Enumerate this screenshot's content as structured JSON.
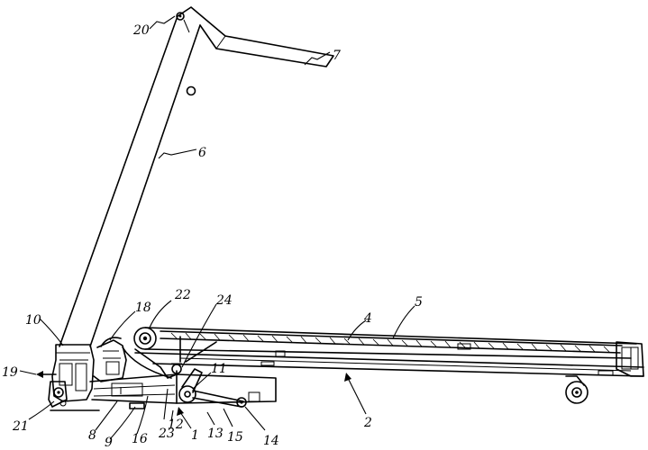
{
  "figure": {
    "labels": [
      {
        "id": "1",
        "text": "1"
      },
      {
        "id": "2",
        "text": "2"
      },
      {
        "id": "4",
        "text": "4"
      },
      {
        "id": "5",
        "text": "5"
      },
      {
        "id": "6",
        "text": "6"
      },
      {
        "id": "7",
        "text": "7"
      },
      {
        "id": "8",
        "text": "8"
      },
      {
        "id": "9",
        "text": "9"
      },
      {
        "id": "10",
        "text": "10"
      },
      {
        "id": "11",
        "text": "11"
      },
      {
        "id": "12",
        "text": "12"
      },
      {
        "id": "13",
        "text": "13"
      },
      {
        "id": "14",
        "text": "14"
      },
      {
        "id": "15",
        "text": "15"
      },
      {
        "id": "16",
        "text": "16"
      },
      {
        "id": "18",
        "text": "18"
      },
      {
        "id": "19",
        "text": "19"
      },
      {
        "id": "20",
        "text": "20"
      },
      {
        "id": "21",
        "text": "21"
      },
      {
        "id": "22",
        "text": "22"
      },
      {
        "id": "23",
        "text": "23"
      },
      {
        "id": "24",
        "text": "24"
      }
    ]
  }
}
